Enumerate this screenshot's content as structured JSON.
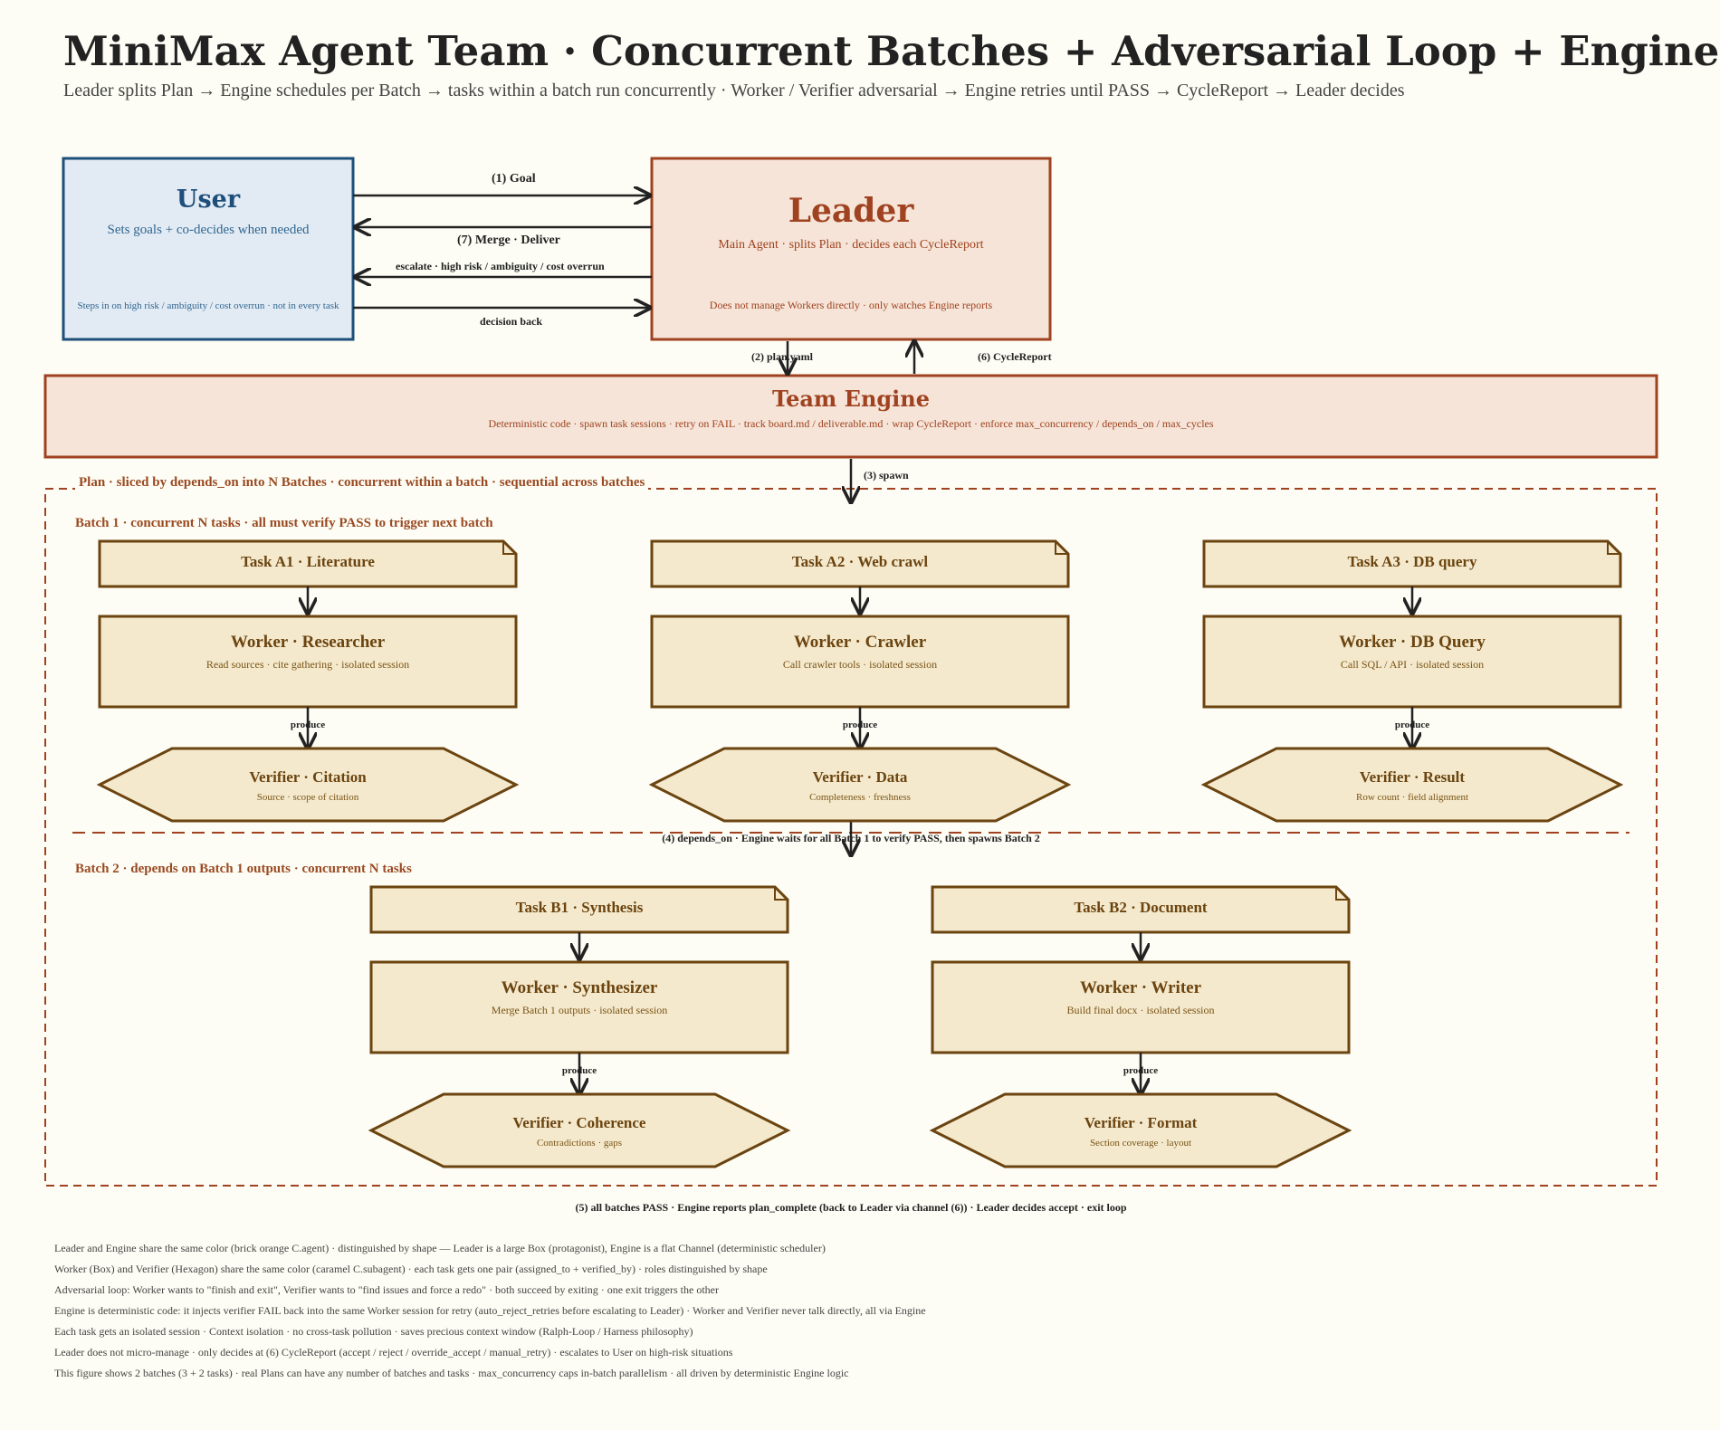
{
  "title": "MiniMax Agent Team · Concurrent Batches + Adversarial Loop + Engine",
  "subtitle": "Leader splits Plan → Engine schedules per Batch → tasks within a batch run concurrently · Worker / Verifier adversarial → Engine retries until PASS → CycleReport → Leader decides",
  "colors": {
    "agent": "#a04220",
    "agent_fill": "#f5e4d7",
    "user": "#1e4f7a",
    "user_fill": "#e2ebf4",
    "subagent": "#6b4410",
    "subagent_fill": "#f4e9cc",
    "background": "#fdfdf5"
  },
  "user": {
    "title": "User",
    "subtitle": "Sets goals + co-decides when needed",
    "note": "Steps in on high risk / ambiguity / cost overrun · not in every task"
  },
  "leader": {
    "title": "Leader",
    "subtitle": "Main Agent · splits Plan · decides each CycleReport",
    "note": "Does not manage Workers directly · only watches Engine reports"
  },
  "engine": {
    "title": "Team Engine",
    "subtitle": "Deterministic code · spawn task sessions · retry on FAIL · track board.md / deliverable.md · wrap CycleReport · enforce max_concurrency / depends_on / max_cycles"
  },
  "arrows": {
    "goal": "(1) Goal",
    "merge": "(7) Merge · Deliver",
    "escalate": "escalate · high risk / ambiguity / cost overrun",
    "decision_back": "decision back",
    "plan_yaml": "(2) plan.yaml",
    "cycle_report": "(6) CycleReport",
    "spawn": "(3) spawn",
    "depends_on": "(4) depends_on · Engine waits for all Batch 1 to verify PASS, then spawns Batch 2",
    "all_pass": "(5) all batches PASS · Engine reports plan_complete (back to Leader via channel (6)) · Leader decides accept · exit loop",
    "produce": "produce"
  },
  "plan_label": "Plan · sliced by depends_on into N Batches · concurrent within a batch · sequential across batches",
  "batch1": {
    "label": "Batch 1 · concurrent N tasks · all must verify PASS to trigger next batch",
    "tasks": [
      {
        "task": "Task A1 · Literature",
        "worker": "Worker · Researcher",
        "worker_sub": "Read sources · cite gathering · isolated session",
        "verifier": "Verifier · Citation",
        "verifier_sub": "Source · scope of citation"
      },
      {
        "task": "Task A2 · Web crawl",
        "worker": "Worker · Crawler",
        "worker_sub": "Call crawler tools · isolated session",
        "verifier": "Verifier · Data",
        "verifier_sub": "Completeness · freshness"
      },
      {
        "task": "Task A3 · DB query",
        "worker": "Worker · DB Query",
        "worker_sub": "Call SQL / API · isolated session",
        "verifier": "Verifier · Result",
        "verifier_sub": "Row count · field alignment"
      }
    ]
  },
  "batch2": {
    "label": "Batch 2 · depends on Batch 1 outputs · concurrent N tasks",
    "tasks": [
      {
        "task": "Task B1 · Synthesis",
        "worker": "Worker · Synthesizer",
        "worker_sub": "Merge Batch 1 outputs · isolated session",
        "verifier": "Verifier · Coherence",
        "verifier_sub": "Contradictions · gaps"
      },
      {
        "task": "Task B2 · Document",
        "worker": "Worker · Writer",
        "worker_sub": "Build final docx · isolated session",
        "verifier": "Verifier · Format",
        "verifier_sub": "Section coverage · layout"
      }
    ]
  },
  "footnotes": [
    "Leader and Engine share the same color (brick orange C.agent) · distinguished by shape — Leader is a large Box (protagonist), Engine is a flat Channel (deterministic scheduler)",
    "Worker (Box) and Verifier (Hexagon) share the same color (caramel C.subagent) · each task gets one pair (assigned_to + verified_by) · roles distinguished by shape",
    "Adversarial loop: Worker wants to \"finish and exit\", Verifier wants to \"find issues and force a redo\" · both succeed by exiting · one exit triggers the other",
    "Engine is deterministic code: it injects verifier FAIL back into the same Worker session for retry (auto_reject_retries before escalating to Leader) · Worker and Verifier never talk directly, all via Engine",
    "Each task gets an isolated session · Context isolation · no cross-task pollution · saves precious context window (Ralph-Loop / Harness philosophy)",
    "Leader does not micro-manage · only decides at (6) CycleReport (accept / reject / override_accept / manual_retry) · escalates to User on high-risk situations",
    "This figure shows 2 batches (3 + 2 tasks) · real Plans can have any number of batches and tasks · max_concurrency caps in-batch parallelism · all driven by deterministic Engine logic"
  ]
}
